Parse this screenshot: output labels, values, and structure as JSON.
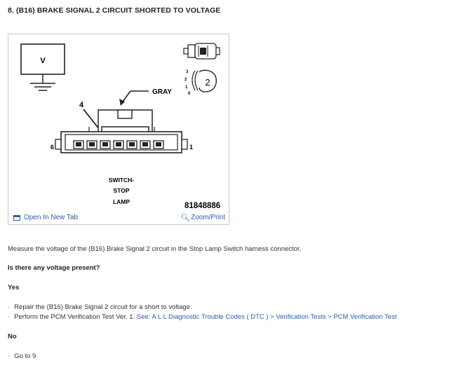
{
  "step": {
    "title": "8. (B16) BRAKE SIGNAL 2 CIRCUIT SHORTED TO VOLTAGE"
  },
  "figure": {
    "meter_label": "V",
    "wire_label": "GRAY",
    "pin_callout": "4",
    "left_pin": "6",
    "right_pin": "1",
    "component_label_1": "SWITCH-",
    "component_label_2": "STOP",
    "component_label_3": "LAMP",
    "figure_number": "81848886",
    "side_labels": [
      "3",
      "2",
      "1",
      "0"
    ],
    "position_label": "2",
    "open_new_tab": "Open In New Tab",
    "zoom_print": "Zoom/Print"
  },
  "content": {
    "instruction": "Measure the voltage of the (B16) Brake Signal 2 circuit in the Stop Lamp Switch harness connector.",
    "question": "Is there any voltage present?",
    "yes_label": "Yes",
    "yes_items": [
      "Repair the (B16) Brake Signal 2 circuit for a short to voltage.",
      "Perform the PCM Verification Test Ver. 1."
    ],
    "yes_link": "See: A L L Diagnostic Trouble Codes ( DTC ) > Verification Tests > PCM Verification Test",
    "no_label": "No",
    "no_items": [
      "Go to 9"
    ]
  },
  "colors": {
    "link": "#2a5ea8",
    "text": "#333333"
  },
  "icons": {
    "open_tab": "window-icon",
    "zoom": "magnifier-icon"
  }
}
